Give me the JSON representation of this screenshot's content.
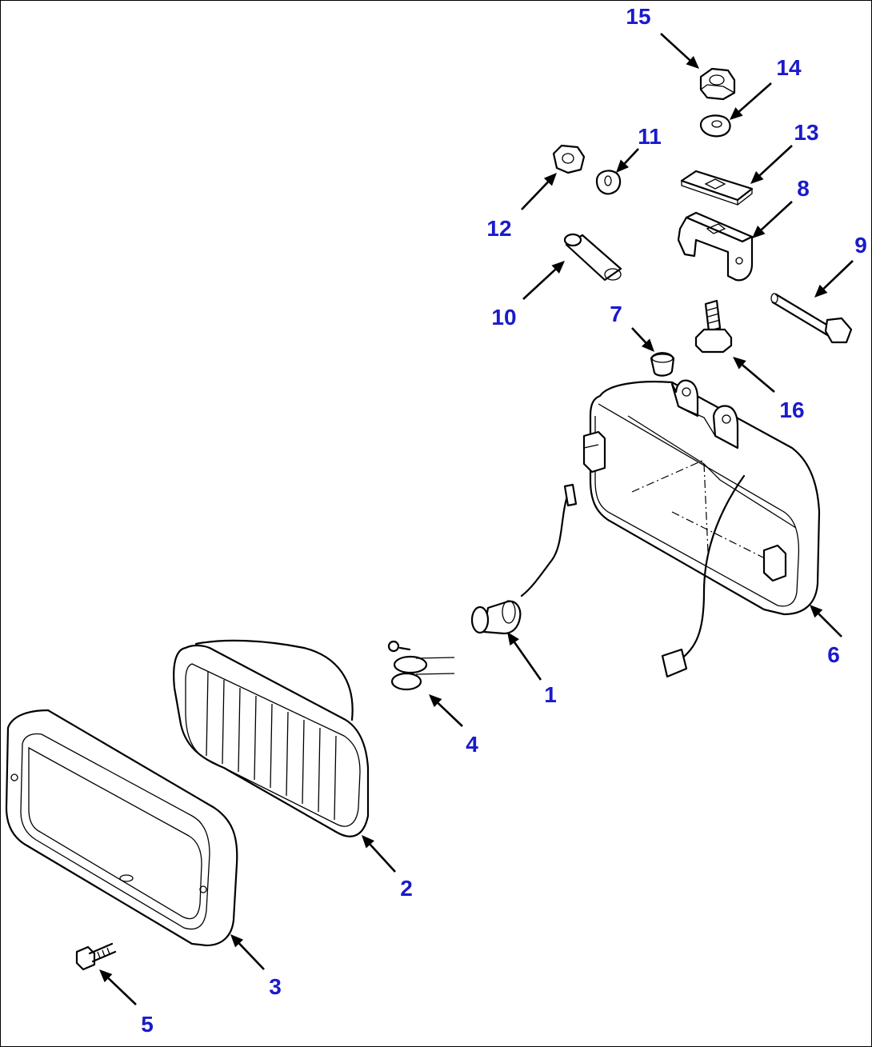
{
  "diagram": {
    "callouts": [
      {
        "id": "1",
        "label": "1"
      },
      {
        "id": "2",
        "label": "2"
      },
      {
        "id": "3",
        "label": "3"
      },
      {
        "id": "4",
        "label": "4"
      },
      {
        "id": "5",
        "label": "5"
      },
      {
        "id": "6",
        "label": "6"
      },
      {
        "id": "7",
        "label": "7"
      },
      {
        "id": "8",
        "label": "8"
      },
      {
        "id": "9",
        "label": "9"
      },
      {
        "id": "10",
        "label": "10"
      },
      {
        "id": "11",
        "label": "11"
      },
      {
        "id": "12",
        "label": "12"
      },
      {
        "id": "13",
        "label": "13"
      },
      {
        "id": "14",
        "label": "14"
      },
      {
        "id": "15",
        "label": "15"
      },
      {
        "id": "16",
        "label": "16"
      }
    ],
    "colors": {
      "callout_text": "#1a1acc",
      "line_art": "#000000",
      "background": "#ffffff"
    }
  }
}
